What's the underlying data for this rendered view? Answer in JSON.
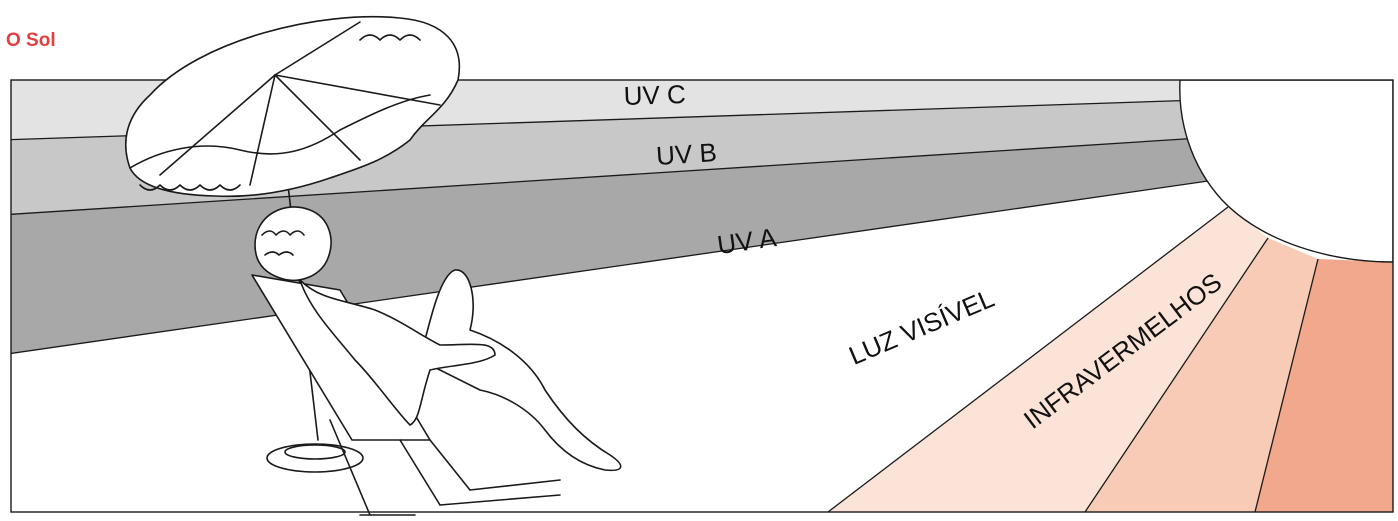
{
  "title": "O Sol",
  "bands": {
    "uv_c": "UV C",
    "uv_b": "UV B",
    "uv_a": "UV A",
    "visible": "LUZ VISÍVEL",
    "infrared": "INFRAVERMELHOS"
  },
  "colors": {
    "title": "#e0413f",
    "uv_c": "#e3e3e3",
    "uv_b": "#c8c8c8",
    "uv_a": "#a8a8a8",
    "infrared_light": "#fbe3d8",
    "infrared_mid": "#f7cbb6",
    "infrared_dark": "#f2a88c",
    "outline": "#1a1a1a"
  }
}
